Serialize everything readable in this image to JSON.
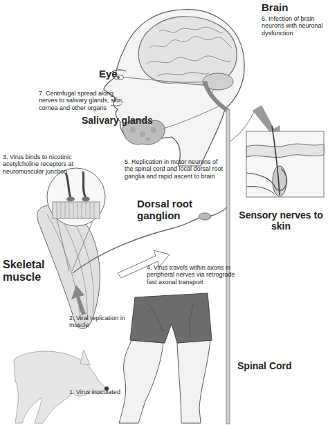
{
  "diagram": {
    "labels": [
      "Brain",
      "6. Infection of brain neurons with neuronal dysfunction",
      "Eye",
      "7. Centrifugal spread along nerves to salivary glands, skin, cornea and other organs",
      "Salivary glands",
      "3. Virus binds to nicotinic acetylcholine receptors at neuromuscular junction",
      "5. Replication in motor neurons of the spinal cord and local dorsal root ganglia and rapid ascent to brain",
      "Dorsal root ganglion",
      "Sensory nerves to skin",
      "Skeletal muscle",
      "4. Virus travels within axons in peripheral nerves via retrograde fast axonal transport",
      "2. Viral replication in muscle",
      "Spinal Cord",
      "1. Virus inoculated"
    ]
  }
}
